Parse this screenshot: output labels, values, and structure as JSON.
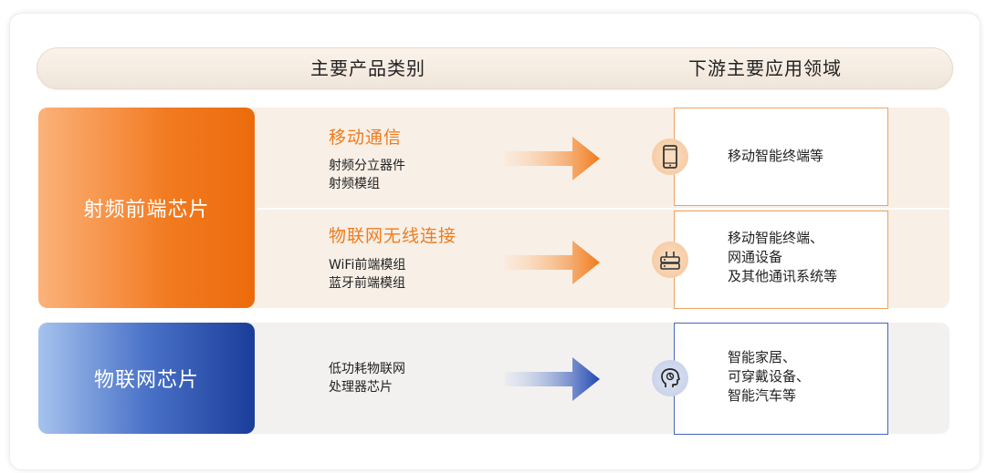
{
  "header": {
    "col_product": "主要产品类别",
    "col_downstream": "下游主要应用领域"
  },
  "categories": {
    "rf": "射频前端芯片",
    "iot": "物联网芯片"
  },
  "products": [
    {
      "title": "移动通信",
      "desc_lines": [
        "射频分立器件",
        "射频模组"
      ]
    },
    {
      "title": "物联网无线连接",
      "desc_lines": [
        "WiFi前端模组",
        "蓝牙前端模组"
      ]
    },
    {
      "title": "",
      "desc_lines": [
        "低功耗物联网",
        "处理器芯片"
      ]
    }
  ],
  "applications": [
    {
      "icon": "smartphone-icon",
      "lines": [
        "移动智能终端等"
      ]
    },
    {
      "icon": "router-icon",
      "lines": [
        "移动智能终端、",
        "网通设备",
        "及其他通讯系统等"
      ]
    },
    {
      "icon": "smart-head-icon",
      "lines": [
        "智能家居、",
        "可穿戴设备、",
        "智能汽车等"
      ]
    }
  ],
  "colors": {
    "orange_accent": "#ee7c1e",
    "blue_accent": "#1a3d9a"
  }
}
